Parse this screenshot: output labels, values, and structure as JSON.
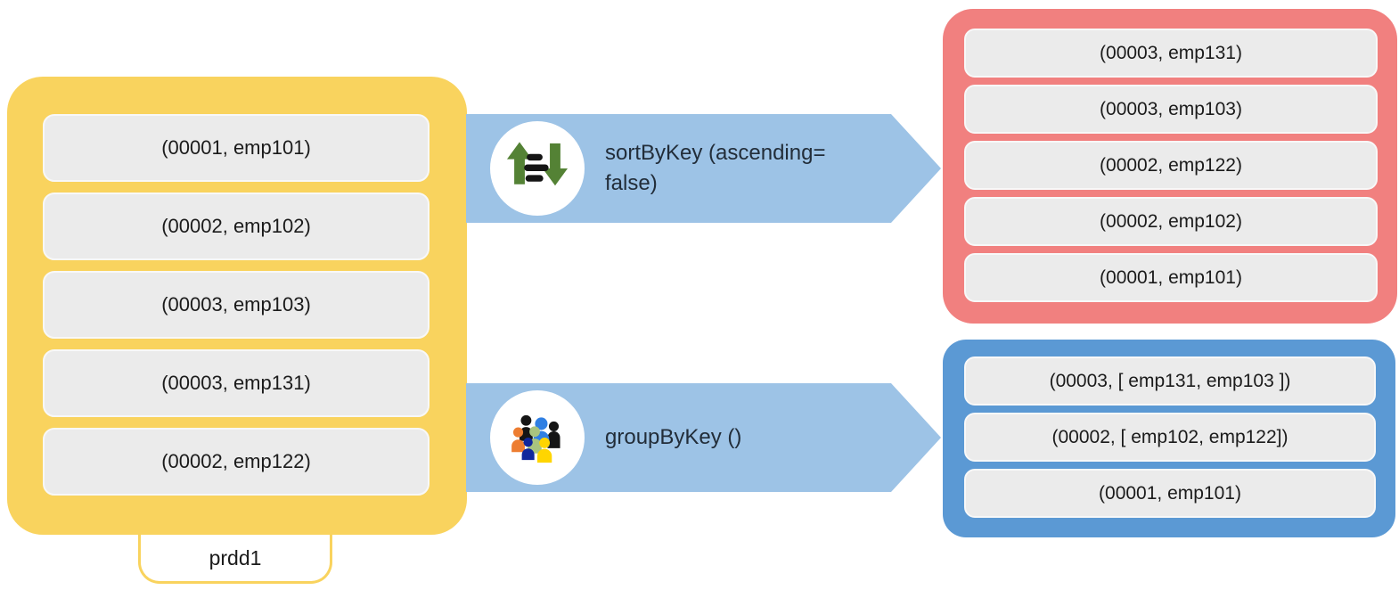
{
  "colors": {
    "yellow": "#F9D35E",
    "coral": "#F1807F",
    "blue": "#5B99D4",
    "banner_blue": "#9DC3E6",
    "pill_gray": "#EBEBEB",
    "text_dark": "#1B1B1B",
    "label_dark": "#222D39",
    "icon_green": "#548235"
  },
  "source_rdd": {
    "label": "prdd1",
    "rows": [
      "(00001, emp101)",
      "(00002, emp102)",
      "(00003, emp103)",
      "(00003, emp131)",
      "(00002, emp122)"
    ]
  },
  "operations": [
    {
      "icon": "sort-icon",
      "label": "sortByKey (ascending= false)"
    },
    {
      "icon": "group-icon",
      "label": "groupByKey ()"
    }
  ],
  "sorted_rdd": {
    "rows": [
      "(00003, emp131)",
      "(00003, emp103)",
      "(00002, emp122)",
      "(00002, emp102)",
      "(00001, emp101)"
    ]
  },
  "grouped_rdd": {
    "rows": [
      "(00003, [ emp131, emp103 ])",
      "(00002, [ emp102, emp122])",
      "(00001, emp101)"
    ]
  }
}
